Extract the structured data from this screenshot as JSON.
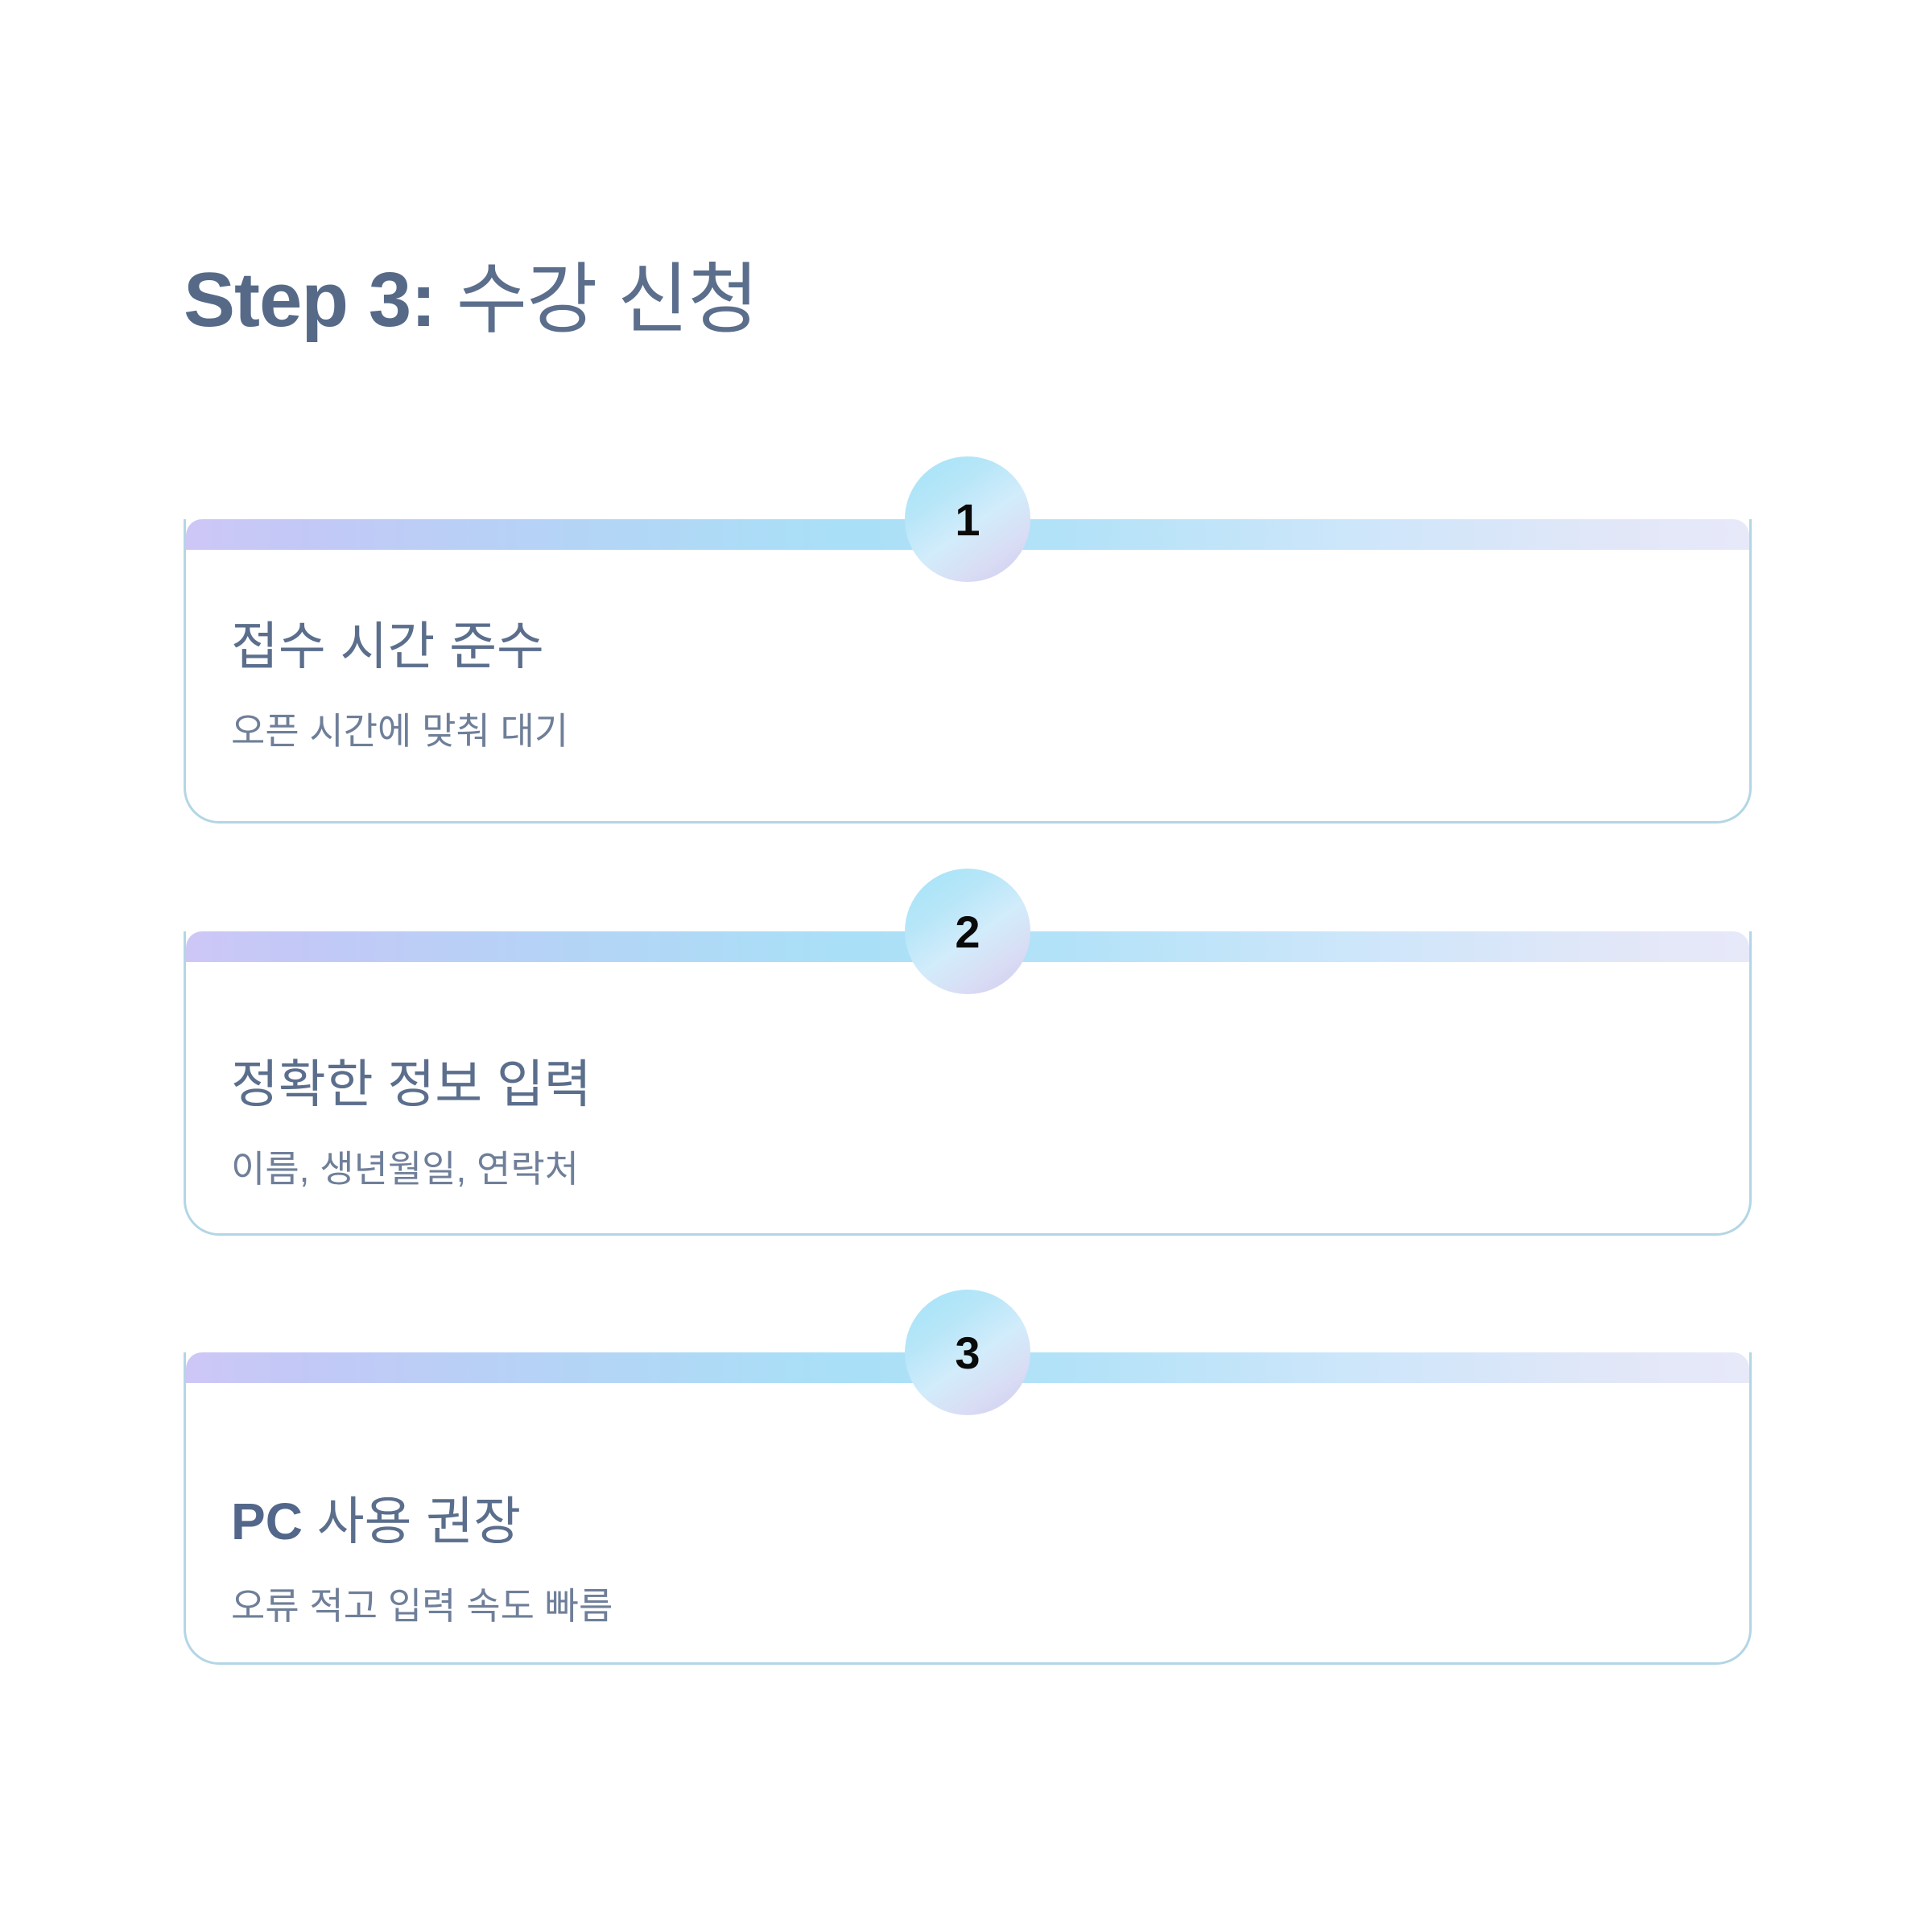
{
  "page": {
    "background_color": "#ffffff",
    "title_prefix": "Step 3",
    "title_separator": ": ",
    "title_main": "수강 신청",
    "title_full": "Step 3: 수강 신청"
  },
  "colors": {
    "heading_text": "#5b6e8c",
    "card_title_text": "#5b6e8c",
    "card_subtitle_text": "#6f7f99",
    "card_border": "#b3d6e6",
    "badge_number_text": "#0a0a0a",
    "topbar_gradient_start": "#cdc7f6",
    "topbar_gradient_mid": "#a9e0f7",
    "topbar_gradient_end": "#e7e9f9",
    "badge_gradient_start": "#a4e3f7",
    "badge_gradient_end": "#cdcbf0"
  },
  "steps": [
    {
      "number": "1",
      "title": "접수 시간 준수",
      "subtitle": "오픈 시간에 맞춰 대기"
    },
    {
      "number": "2",
      "title": "정확한 정보 입력",
      "subtitle": "이름, 생년월일, 연락처"
    },
    {
      "number": "3",
      "title_bold": "PC",
      "title_rest": " 사용 권장",
      "title": "PC 사용 권장",
      "subtitle": "오류 적고 입력 속도 빠름"
    }
  ]
}
